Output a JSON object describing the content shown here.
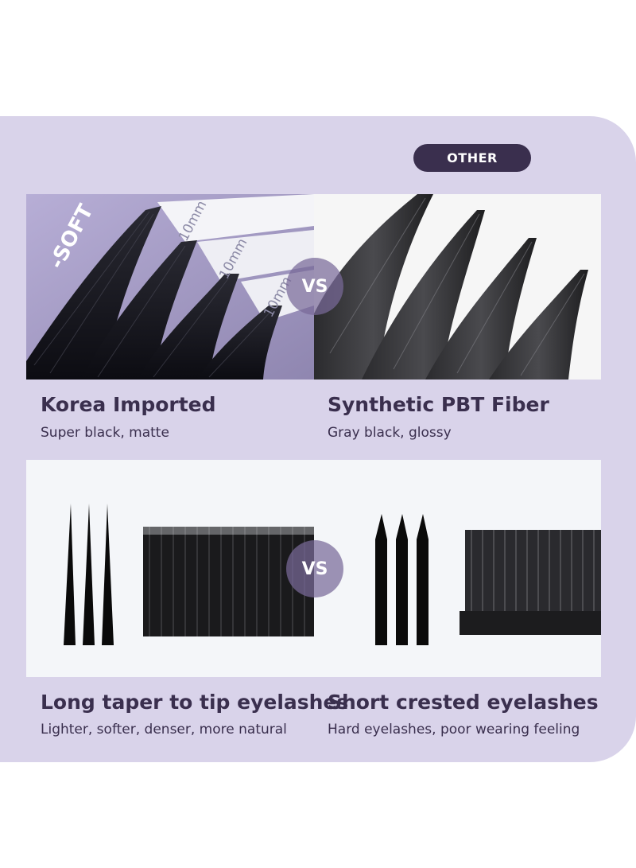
{
  "compare": {
    "badge_other": "OTHER",
    "vs_label": "VS",
    "row1": {
      "left": {
        "title": "Korea Imported",
        "subtitle": "Super black, matte",
        "tray_labels": [
          "10mm",
          "10mm",
          "10mm"
        ],
        "tray_brand": "-SOFT"
      },
      "right": {
        "title": "Synthetic PBT Fiber",
        "subtitle": "Gray black, glossy"
      }
    },
    "row2": {
      "left": {
        "title": "Long taper to tip eyelashes",
        "subtitle": "Lighter, softer, denser, more natural"
      },
      "right": {
        "title": "Short crested eyelashes",
        "subtitle": "Hard eyelashes, poor wearing feeling"
      }
    }
  },
  "colors": {
    "panel": "#d9d3ea",
    "accent": "#3a2f4e",
    "vs_badge": "#7a6b98"
  }
}
